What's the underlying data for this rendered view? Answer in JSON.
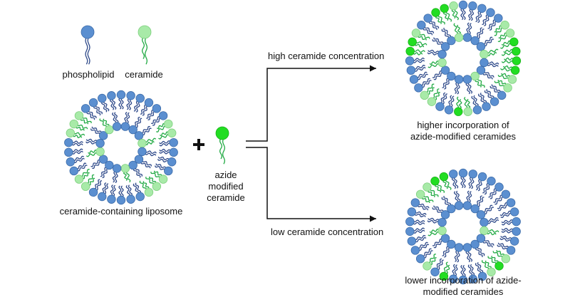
{
  "legend": {
    "phospholipid_label": "phospholipid",
    "ceramide_label": "ceramide"
  },
  "left": {
    "caption": "ceramide-containing liposome"
  },
  "plus_symbol": "+",
  "azide": {
    "line1": "azide",
    "line2": "modified",
    "line3": "ceramide"
  },
  "branches": {
    "high_label": "high ceramide concentration",
    "low_label": "low ceramide concentration"
  },
  "results": {
    "high_line1": "higher incorporation of",
    "high_line2": "azide-modified ceramides",
    "low_line1": "lower incorporation of azide-",
    "low_line2": "modified ceramides"
  },
  "colors": {
    "phospholipid_head": "#5b8fd0",
    "phospholipid_tail": "#2f4a8a",
    "ceramide_head": "#a8eaa8",
    "ceramide_tail": "#22aa44",
    "azide_head": "#22dd22",
    "arrow": "#111111"
  },
  "liposomes": {
    "left": {
      "outer": "PPPPPPCCPPPPCCCPPPPPPCCPPPPCCCPPPP",
      "inner": "PPPCPPPCPPPCPPCP"
    },
    "high": {
      "outer": "PPPPPCCAAAACCPPPPCAPPCCPPPPAACPPAAC",
      "inner": "PPPCPPCPPPPCPPPC"
    },
    "low": {
      "outer": "PPPPPPPPPPPPCACPPPPAPCPPPPPPPCCAAP",
      "inner": "PPPPCPPPPPPCPPPP"
    }
  }
}
